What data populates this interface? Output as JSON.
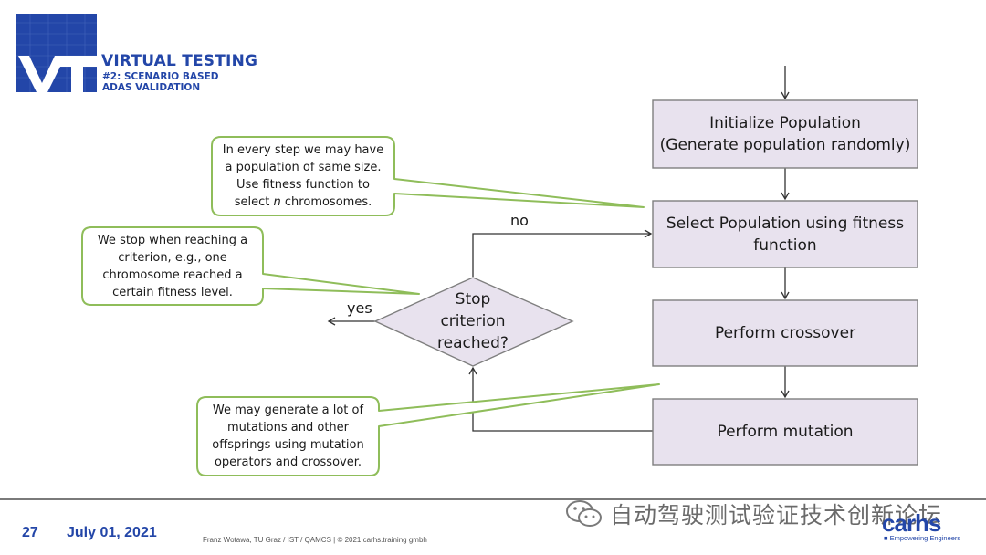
{
  "header": {
    "title": "VIRTUAL TESTING",
    "subtitle_line1": "#2: SCENARIO BASED",
    "subtitle_line2": "ADAS VALIDATION"
  },
  "flow": {
    "init_line1": "Initialize Population",
    "init_line2": "(Generate population randomly)",
    "select_line1": "Select Population using fitness",
    "select_line2": "function",
    "crossover": "Perform crossover",
    "mutation": "Perform mutation",
    "decision_line1": "Stop",
    "decision_line2": "criterion",
    "decision_line3": "reached?",
    "no_label": "no",
    "yes_label": "yes"
  },
  "callouts": {
    "step": {
      "line1": "In every step we may have",
      "line2": "a population of same size.",
      "line3": "Use fitness function to",
      "line4_pre": "select ",
      "line4_var": "n",
      "line4_post": " chromosomes."
    },
    "stop": {
      "line1": "We stop when reaching a",
      "line2": "criterion, e.g., one",
      "line3": "chromosome reached a",
      "line4": "certain fitness level."
    },
    "mutation": {
      "line1": "We may generate a lot of",
      "line2": "mutations and other",
      "line3": "offsprings using mutation",
      "line4": "operators and crossover."
    }
  },
  "footer": {
    "page_number": "27",
    "date": "July 01, 2021",
    "credit": "Franz Wotawa, TU Graz / IST / QAMCS | © 2021 carhs.training gmbh",
    "watermark": "自动驾驶测试验证技术创新论坛",
    "brand": "carhs",
    "brand_tagline": "■ Empowering Engineers"
  },
  "colors": {
    "box_fill": "#e8e2ee",
    "box_stroke": "#7f7f7f",
    "callout_stroke": "#8fbd5a",
    "brand_blue": "#2346a8"
  }
}
